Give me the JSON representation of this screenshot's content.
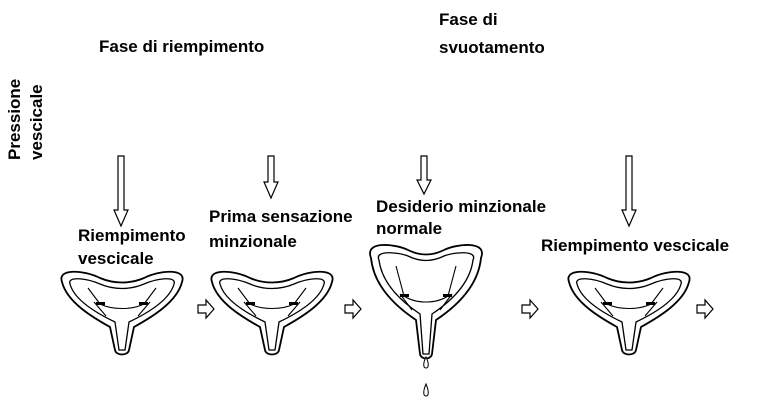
{
  "phases": {
    "filling": "Fase di riempimento",
    "emptying_line1": "Fase di",
    "emptying_line2": "svuotamento"
  },
  "axis_label": {
    "line1": "Pressione",
    "line2": "vescicale"
  },
  "stages": [
    {
      "line1": "Riempimento",
      "line2": "vescicale"
    },
    {
      "line1": "Prima sensazione",
      "line2": "minzionale"
    },
    {
      "line1": "Desiderio minzionale",
      "line2": "normale"
    },
    {
      "line1": "Riempimento vescicale",
      "line2": ""
    }
  ]
}
